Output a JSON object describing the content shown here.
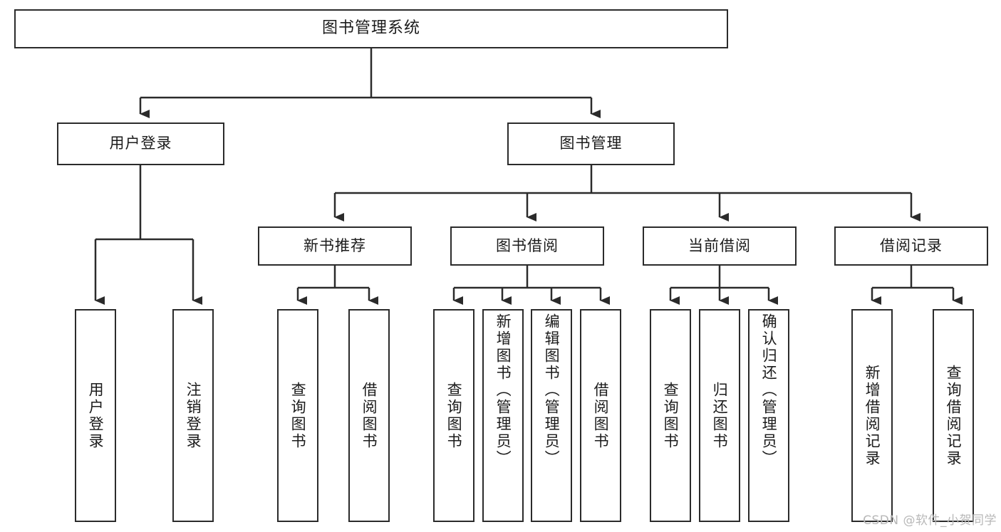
{
  "diagram": {
    "type": "tree-hierarchy-chart",
    "title": "图书管理系统",
    "stroke_color": "#2b2b2b",
    "text_color": "#1b1b1b",
    "background_color": "#ffffff",
    "root": {
      "label": "图书管理系统"
    },
    "level2": [
      {
        "id": "user-login",
        "label": "用户登录"
      },
      {
        "id": "book-management",
        "label": "图书管理"
      }
    ],
    "level3": [
      {
        "id": "new-book-recommend",
        "label": "新书推荐"
      },
      {
        "id": "book-borrow",
        "label": "图书借阅"
      },
      {
        "id": "current-borrow",
        "label": "当前借阅"
      },
      {
        "id": "borrow-record",
        "label": "借阅记录"
      }
    ],
    "leaves": {
      "user_login": [
        {
          "id": "leaf-user-login",
          "label": "用户登录"
        },
        {
          "id": "leaf-logout-login",
          "label": "注销登录"
        }
      ],
      "new_book_recommend": [
        {
          "id": "leaf-query-book-1",
          "label": "查询图书"
        },
        {
          "id": "leaf-borrow-book-1",
          "label": "借阅图书"
        }
      ],
      "book_borrow": [
        {
          "id": "leaf-query-book-2",
          "label": "查询图书"
        },
        {
          "id": "leaf-add-book",
          "label": "新增图书（管理员）"
        },
        {
          "id": "leaf-edit-book",
          "label": "编辑图书（管理员）"
        },
        {
          "id": "leaf-borrow-book-2",
          "label": "借阅图书"
        }
      ],
      "current_borrow": [
        {
          "id": "leaf-query-book-3",
          "label": "查询图书"
        },
        {
          "id": "leaf-return-book",
          "label": "归还图书"
        },
        {
          "id": "leaf-confirm-return",
          "label": "确认归还（管理员）"
        }
      ],
      "borrow_record": [
        {
          "id": "leaf-add-borrow-record",
          "label": "新增借阅记录"
        },
        {
          "id": "leaf-query-borrow-record",
          "label": "查询借阅记录"
        }
      ]
    }
  },
  "watermark": {
    "text": "CSDN @软件_小贺同学"
  }
}
